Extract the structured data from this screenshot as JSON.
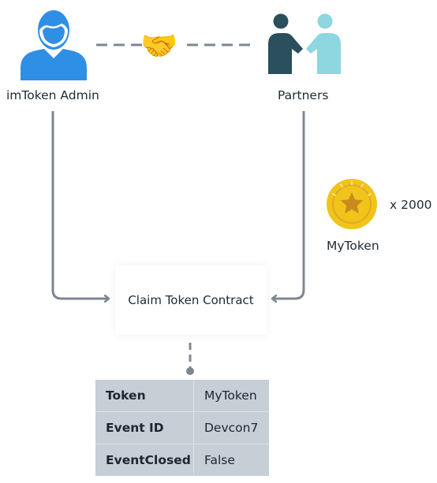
{
  "nodes": {
    "admin": {
      "label": "imToken Admin"
    },
    "partners": {
      "label": "Partners"
    },
    "handshake": {
      "glyph": "🤝"
    },
    "token": {
      "label": "MyToken",
      "quantity": "x 2000"
    },
    "contract": {
      "label": "Claim Token Contract"
    }
  },
  "table": {
    "rows": [
      {
        "key": "Token",
        "value": "MyToken"
      },
      {
        "key": "Event ID",
        "value": "Devcon7"
      },
      {
        "key": "EventClosed",
        "value": "False"
      }
    ]
  },
  "colors": {
    "admin_blue": "#2f8fe4",
    "partner_dark": "#2b4f5c",
    "partner_light": "#8ed6e0",
    "connector": "#7c8792",
    "coin_gold": "#f0c419",
    "table_bg": "#c6ced6"
  }
}
